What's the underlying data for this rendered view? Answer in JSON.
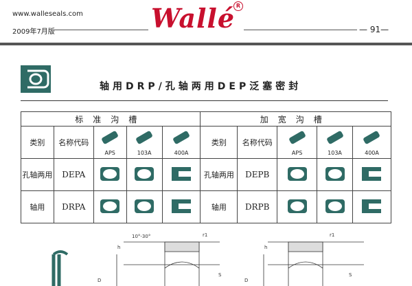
{
  "header": {
    "url": "www.walleseals.com",
    "edition": "2009年7月版",
    "brand": "Wallé",
    "reg_mark": "R",
    "page_number": "— 91—"
  },
  "section_title": "轴用DRP/孔轴两用DEP泛塞密封",
  "table": {
    "group_standard": "标准沟槽",
    "group_wide": "加宽沟槽",
    "col_category": "类别",
    "col_code": "名称代码",
    "groove_labels": [
      "APS",
      "103A",
      "400A"
    ],
    "rows": [
      {
        "category": "孔轴两用",
        "std_code": "DEPA",
        "wide_category": "孔轴两用",
        "wide_code": "DEPB"
      },
      {
        "category": "轴用",
        "std_code": "DRPA",
        "wide_category": "轴用",
        "wide_code": "DRPB"
      }
    ]
  },
  "drawing": {
    "angle_label": "10°-30°",
    "r_label": "r1",
    "h_label": "h",
    "d_label": "D",
    "s_label": "S"
  },
  "colors": {
    "brand_red": "#c8102e",
    "seal_teal": "#2f6b65"
  }
}
